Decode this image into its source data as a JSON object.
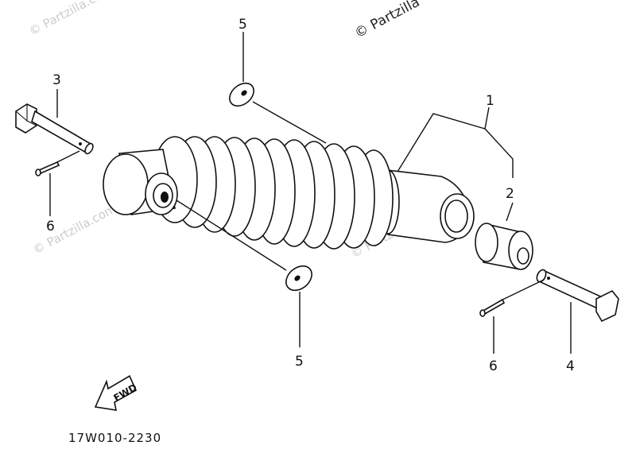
{
  "watermark": {
    "text": "© Partzilla.com",
    "text_short": "© Partzilla"
  },
  "callouts": {
    "shock_absorber": "1",
    "bushing": "2",
    "bolt_upper": "3",
    "bolt_lower": "4",
    "washer_upper": "5",
    "washer_lower": "5",
    "cotter_pin_left": "6",
    "cotter_pin_right": "6"
  },
  "fwd_arrow": {
    "label": "FWD"
  },
  "diagram_code": "17W010-2230",
  "colors": {
    "ink": "#111111",
    "watermark": "#cccccc"
  }
}
